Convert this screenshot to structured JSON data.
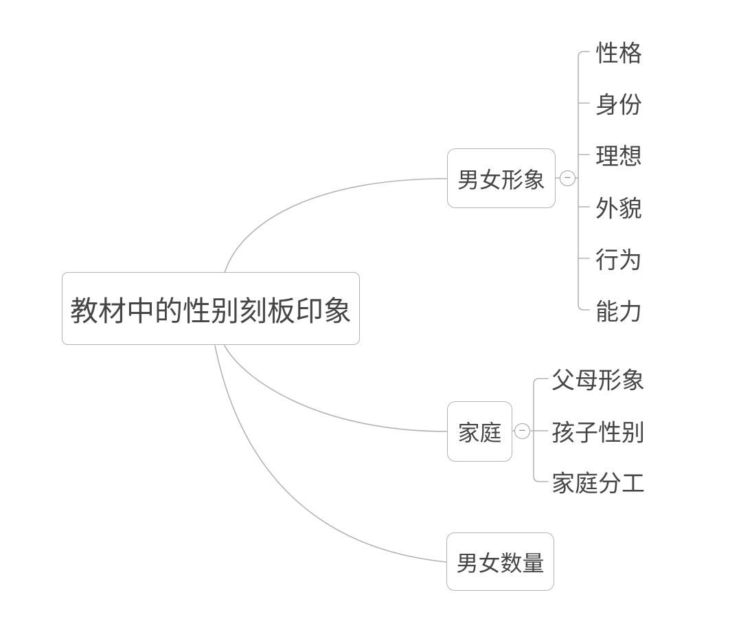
{
  "palette": {
    "background": "#ffffff",
    "node_border": "#b3b3b3",
    "edge_line": "#b3b3b3",
    "text": "#454545",
    "collapse_border": "#9e9e9e",
    "collapse_glyph_color": "#8c8c8c"
  },
  "root": {
    "label": "教材中的性别刻板印象"
  },
  "branches": [
    {
      "label": "男女形象",
      "collapse_glyph": "−",
      "children": [
        "性格",
        "身份",
        "理想",
        "外貌",
        "行为",
        "能力"
      ]
    },
    {
      "label": "家庭",
      "collapse_glyph": "−",
      "children": [
        "父母形象",
        "孩子性别",
        "家庭分工"
      ]
    },
    {
      "label": "男女数量",
      "children": []
    }
  ]
}
